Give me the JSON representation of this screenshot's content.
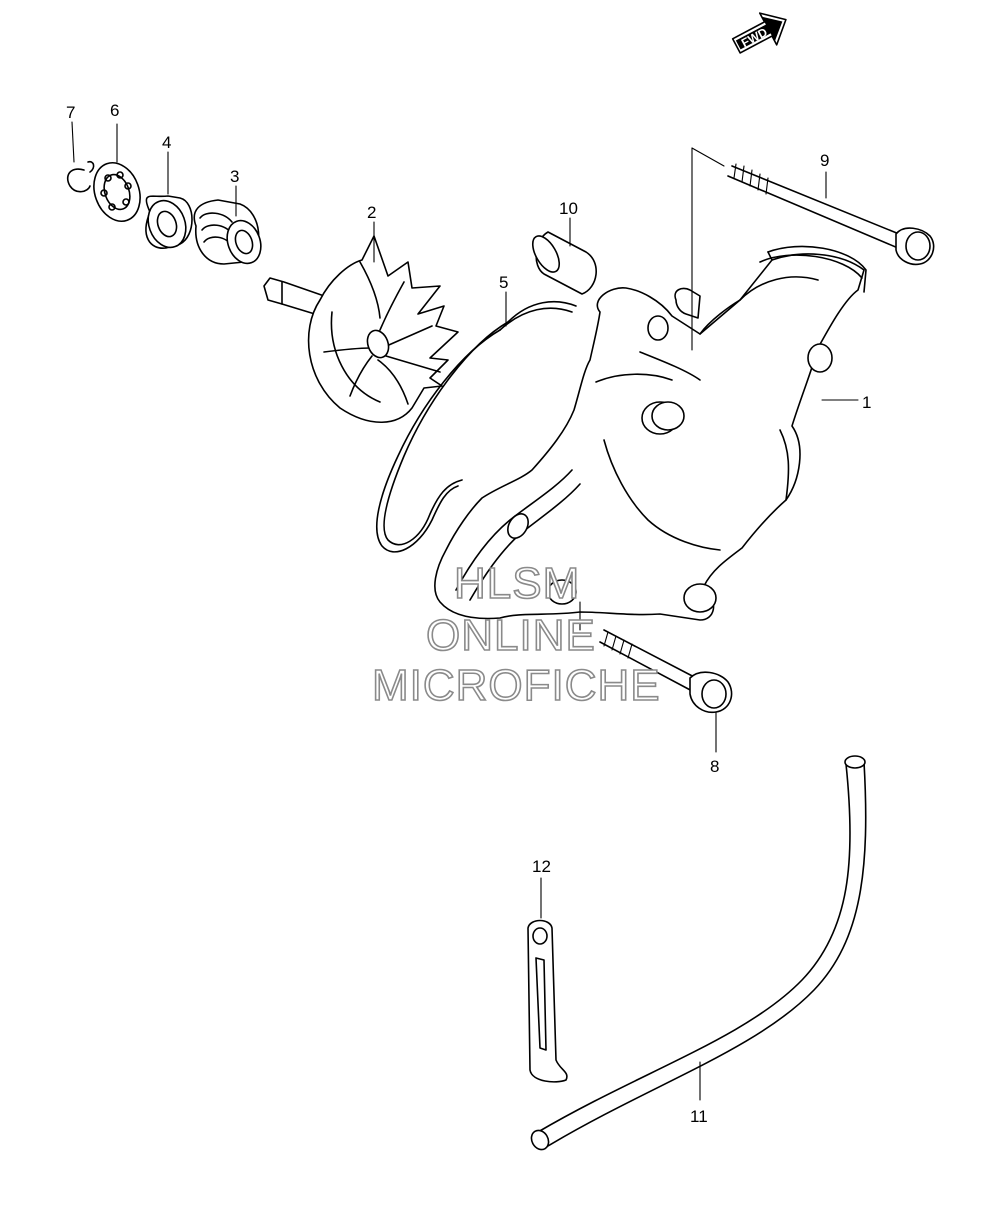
{
  "diagram": {
    "fwd_label": "FWD",
    "callouts": [
      "1",
      "2",
      "3",
      "4",
      "5",
      "6",
      "7",
      "8",
      "9",
      "10",
      "11",
      "12"
    ],
    "watermark": [
      "HLSM",
      "ONLINE",
      "MICROFICHE"
    ],
    "colors": {
      "line": "#000000",
      "watermark": "#8a8a8a",
      "background": "#ffffff"
    }
  }
}
